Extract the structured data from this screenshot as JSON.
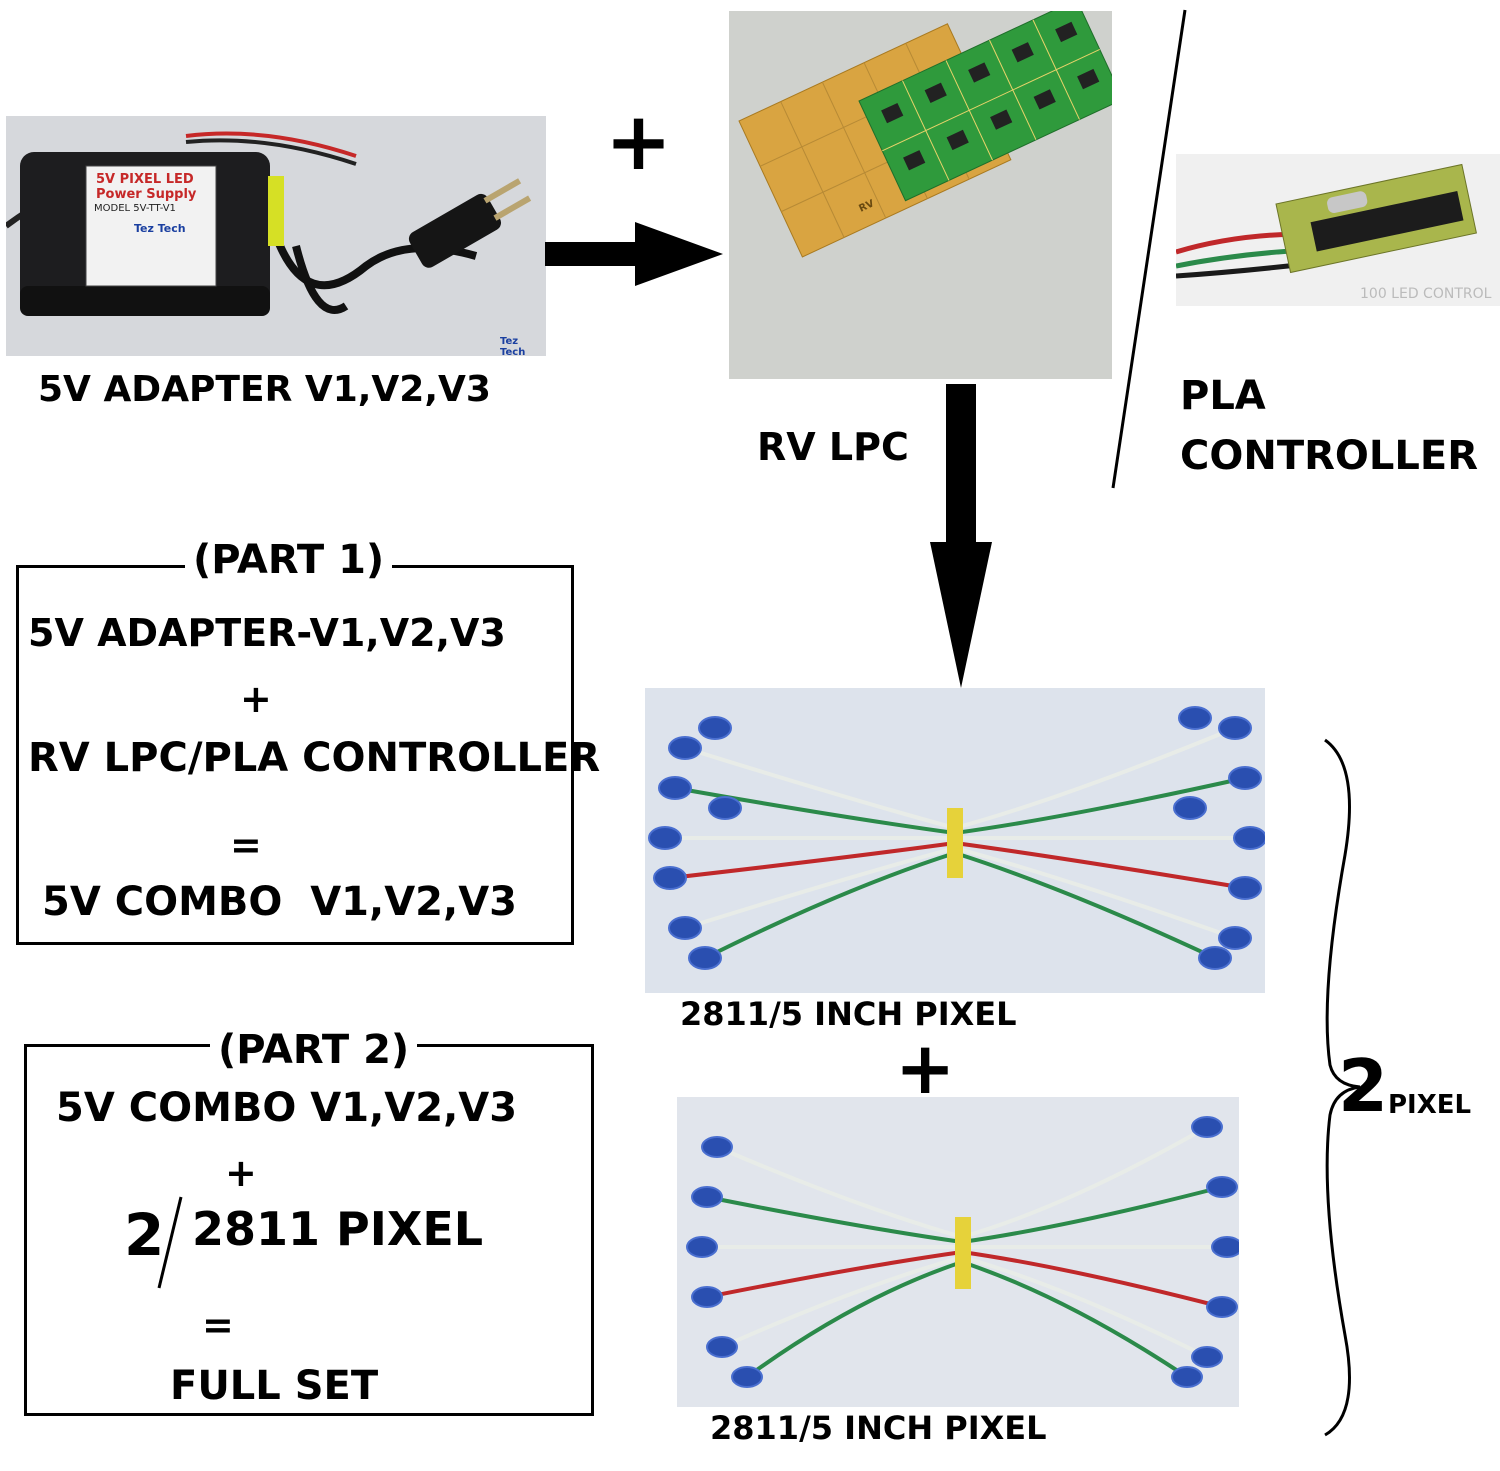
{
  "photos": {
    "adapter": {
      "label": "5V ADAPTER V1,V2,V3",
      "case_lines": [
        "5V PIXEL LED",
        "Power Supply",
        "MODEL 5V-TT-V1"
      ],
      "brand": "Tez Tech",
      "watermark": "Tez Tech"
    },
    "lpc": {
      "label": "RV LPC",
      "board_text": "RV"
    },
    "pla": {
      "label_line1": "PLA",
      "label_line2": "CONTROLLER",
      "caption": "100 LED CONTROL"
    },
    "pixel_top": {
      "label": "2811/5 INCH PIXEL"
    },
    "pixel_bottom": {
      "label": "2811/5 INCH PIXEL"
    }
  },
  "symbols": {
    "plus_top": "+",
    "plus_middle": "+"
  },
  "brace_label": {
    "number": "2",
    "unit": "PIXEL"
  },
  "part1": {
    "title": "(PART 1)",
    "line1": "5V ADAPTER-V1,V2,V3",
    "plus": "+",
    "line2": "RV LPC/PLA CONTROLLER",
    "equals": "=",
    "result": "5V COMBO  V1,V2,V3"
  },
  "part2": {
    "title": "(PART 2)",
    "line1": "5V COMBO V1,V2,V3",
    "plus": "+",
    "qty": "2",
    "item": "2811 PIXEL",
    "equals": "=",
    "result": "FULL SET"
  },
  "colors": {
    "adapter_case": "#1a1a1a",
    "lpc_board_yellow": "#d9a441",
    "lpc_board_green": "#2f9a3c",
    "led_blue": "#2a4fb0",
    "wire_white": "#e8ece8",
    "wire_green": "#2b8a4a",
    "wire_red": "#c0282a"
  }
}
